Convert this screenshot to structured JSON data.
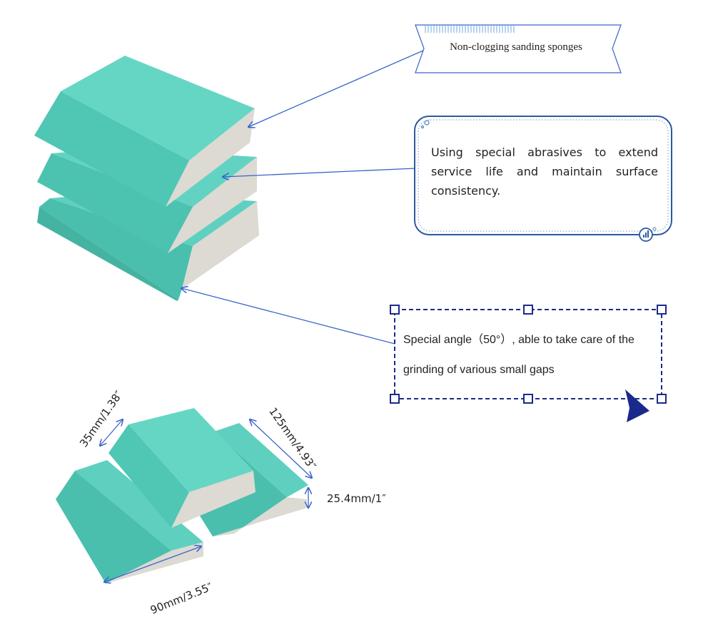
{
  "banner": {
    "text": "Non-clogging sanding sponges"
  },
  "callout": {
    "text": "Using special abrasives to extend service life and maintain surface consistency."
  },
  "angle_note": {
    "text": "Special angle（50°）, able to take care of the grinding of various small gaps"
  },
  "dimensions": {
    "thickness_top": "35mm/1.38″",
    "length": "125mm/4.93″",
    "height": "25.4mm/1″",
    "width": "90mm/3.55″"
  },
  "colors": {
    "sponge_green": "#5ecfbd",
    "sponge_core": "#dcdad2",
    "arrow_blue": "#3a63c9",
    "navy": "#1a2a8c"
  }
}
